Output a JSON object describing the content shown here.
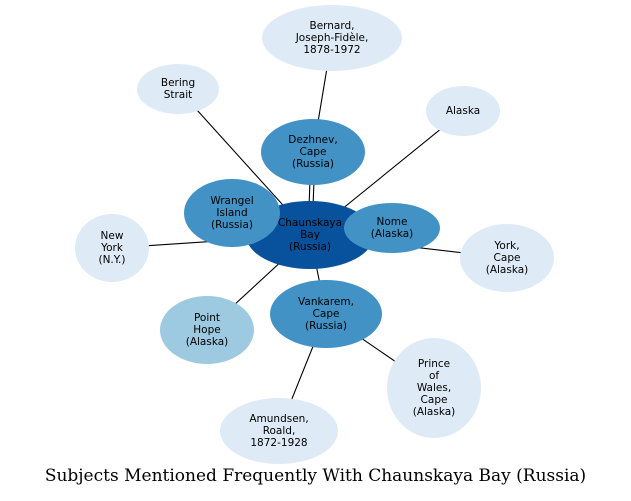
{
  "caption": "Subjects Mentioned Frequently With Chaunskaya Bay (Russia)",
  "colors": {
    "center": "#08519c",
    "strong": "#4292c6",
    "medium": "#9ecae1",
    "light": "#deebf7",
    "edge": "#000000"
  },
  "nodes": [
    {
      "id": "chaunskaya",
      "lines": [
        "Chaunskaya",
        "Bay",
        "(Russia)"
      ],
      "level": "center"
    },
    {
      "id": "dezhnev",
      "lines": [
        "Dezhnev,",
        "Cape",
        "(Russia)"
      ],
      "level": "strong"
    },
    {
      "id": "wrangel",
      "lines": [
        "Wrangel",
        "Island",
        "(Russia)"
      ],
      "level": "strong"
    },
    {
      "id": "nome",
      "lines": [
        "Nome",
        "(Alaska)"
      ],
      "level": "strong"
    },
    {
      "id": "vankarem",
      "lines": [
        "Vankarem,",
        "Cape",
        "(Russia)"
      ],
      "level": "strong"
    },
    {
      "id": "point-hope",
      "lines": [
        "Point",
        "Hope",
        "(Alaska)"
      ],
      "level": "medium"
    },
    {
      "id": "bernard",
      "lines": [
        "Bernard,",
        "Joseph-Fidèle,",
        "1878-1972"
      ],
      "level": "light"
    },
    {
      "id": "bering",
      "lines": [
        "Bering",
        "Strait"
      ],
      "level": "light"
    },
    {
      "id": "alaska",
      "lines": [
        "Alaska"
      ],
      "level": "light"
    },
    {
      "id": "new-york",
      "lines": [
        "New",
        "York",
        "(N.Y.)"
      ],
      "level": "light"
    },
    {
      "id": "york-cape",
      "lines": [
        "York,",
        "Cape",
        "(Alaska)"
      ],
      "level": "light"
    },
    {
      "id": "prince-wales",
      "lines": [
        "Prince",
        "of",
        "Wales,",
        "Cape",
        "(Alaska)"
      ],
      "level": "light"
    },
    {
      "id": "amundsen",
      "lines": [
        "Amundsen,",
        "Roald,",
        "1872-1928"
      ],
      "level": "light"
    }
  ],
  "edges": [
    [
      "bernard",
      "dezhnev"
    ],
    [
      "dezhnev",
      "chaunskaya"
    ],
    [
      "bering",
      "chaunskaya"
    ],
    [
      "alaska",
      "chaunskaya"
    ],
    [
      "new-york",
      "chaunskaya"
    ],
    [
      "york-cape",
      "chaunskaya"
    ],
    [
      "point-hope",
      "chaunskaya"
    ],
    [
      "vankarem",
      "chaunskaya"
    ],
    [
      "vankarem",
      "prince-wales"
    ],
    [
      "vankarem",
      "amundsen"
    ],
    [
      "wrangel",
      "chaunskaya"
    ],
    [
      "nome",
      "chaunskaya"
    ]
  ]
}
